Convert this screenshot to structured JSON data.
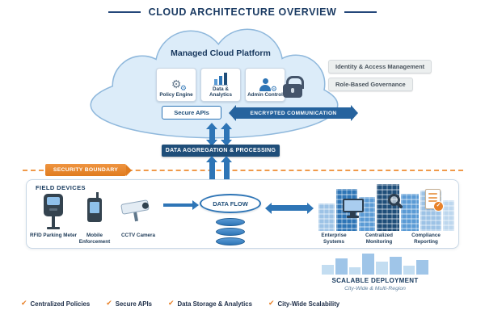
{
  "title": "CLOUD ARCHITECTURE OVERVIEW",
  "cloud": {
    "title": "Managed Cloud Platform",
    "modules": [
      {
        "label": "Policy Engine",
        "icon": "gears-icon"
      },
      {
        "label": "Data & Analytics",
        "icon": "bar-chart-icon"
      },
      {
        "label": "Admin Control",
        "icon": "admin-user-icon"
      }
    ],
    "secure_apis": "Secure APIs",
    "encrypted_communication": "ENCRYPTED COMMUNICATION",
    "lock_icon": "lock-icon"
  },
  "governance_boxes": [
    "Identity & Access Management",
    "Role-Based Governance"
  ],
  "aggregation_banner": "DATA AGGREGATION & PROCESSING",
  "security_boundary_label": "SECURITY BOUNDARY",
  "field_devices": {
    "title": "FIELD DEVICES",
    "devices": [
      {
        "label": "RFID Parking Meter",
        "icon": "parking-meter-icon"
      },
      {
        "label": "Mobile Enforcement",
        "icon": "handheld-device-icon"
      },
      {
        "label": "CCTV Camera",
        "icon": "cctv-camera-icon"
      }
    ],
    "data_flow_label": "DATA FLOW",
    "database_icon": "database-stack-icon",
    "destinations": [
      {
        "label": "Enterprise Systems",
        "icon": "monitor-icon"
      },
      {
        "label": "Centralized Monitoring",
        "icon": "magnifier-icon"
      },
      {
        "label": "Compliance Reporting",
        "icon": "report-check-icon"
      }
    ]
  },
  "scalable_deployment": {
    "title": "SCALABLE DEPLOYMENT",
    "subtitle": "City-Wide & Multi-Region"
  },
  "footer": {
    "check_icon": "check-icon",
    "items": [
      "Centralized Policies",
      "Secure APIs",
      "Data Storage & Analytics",
      "City-Wide Scalability"
    ]
  },
  "colors": {
    "navy": "#1b3b63",
    "blue": "#2e75b6",
    "dark_banner": "#1f4e79",
    "cloud_fill": "#dcecf9",
    "orange": "#e8822a"
  }
}
